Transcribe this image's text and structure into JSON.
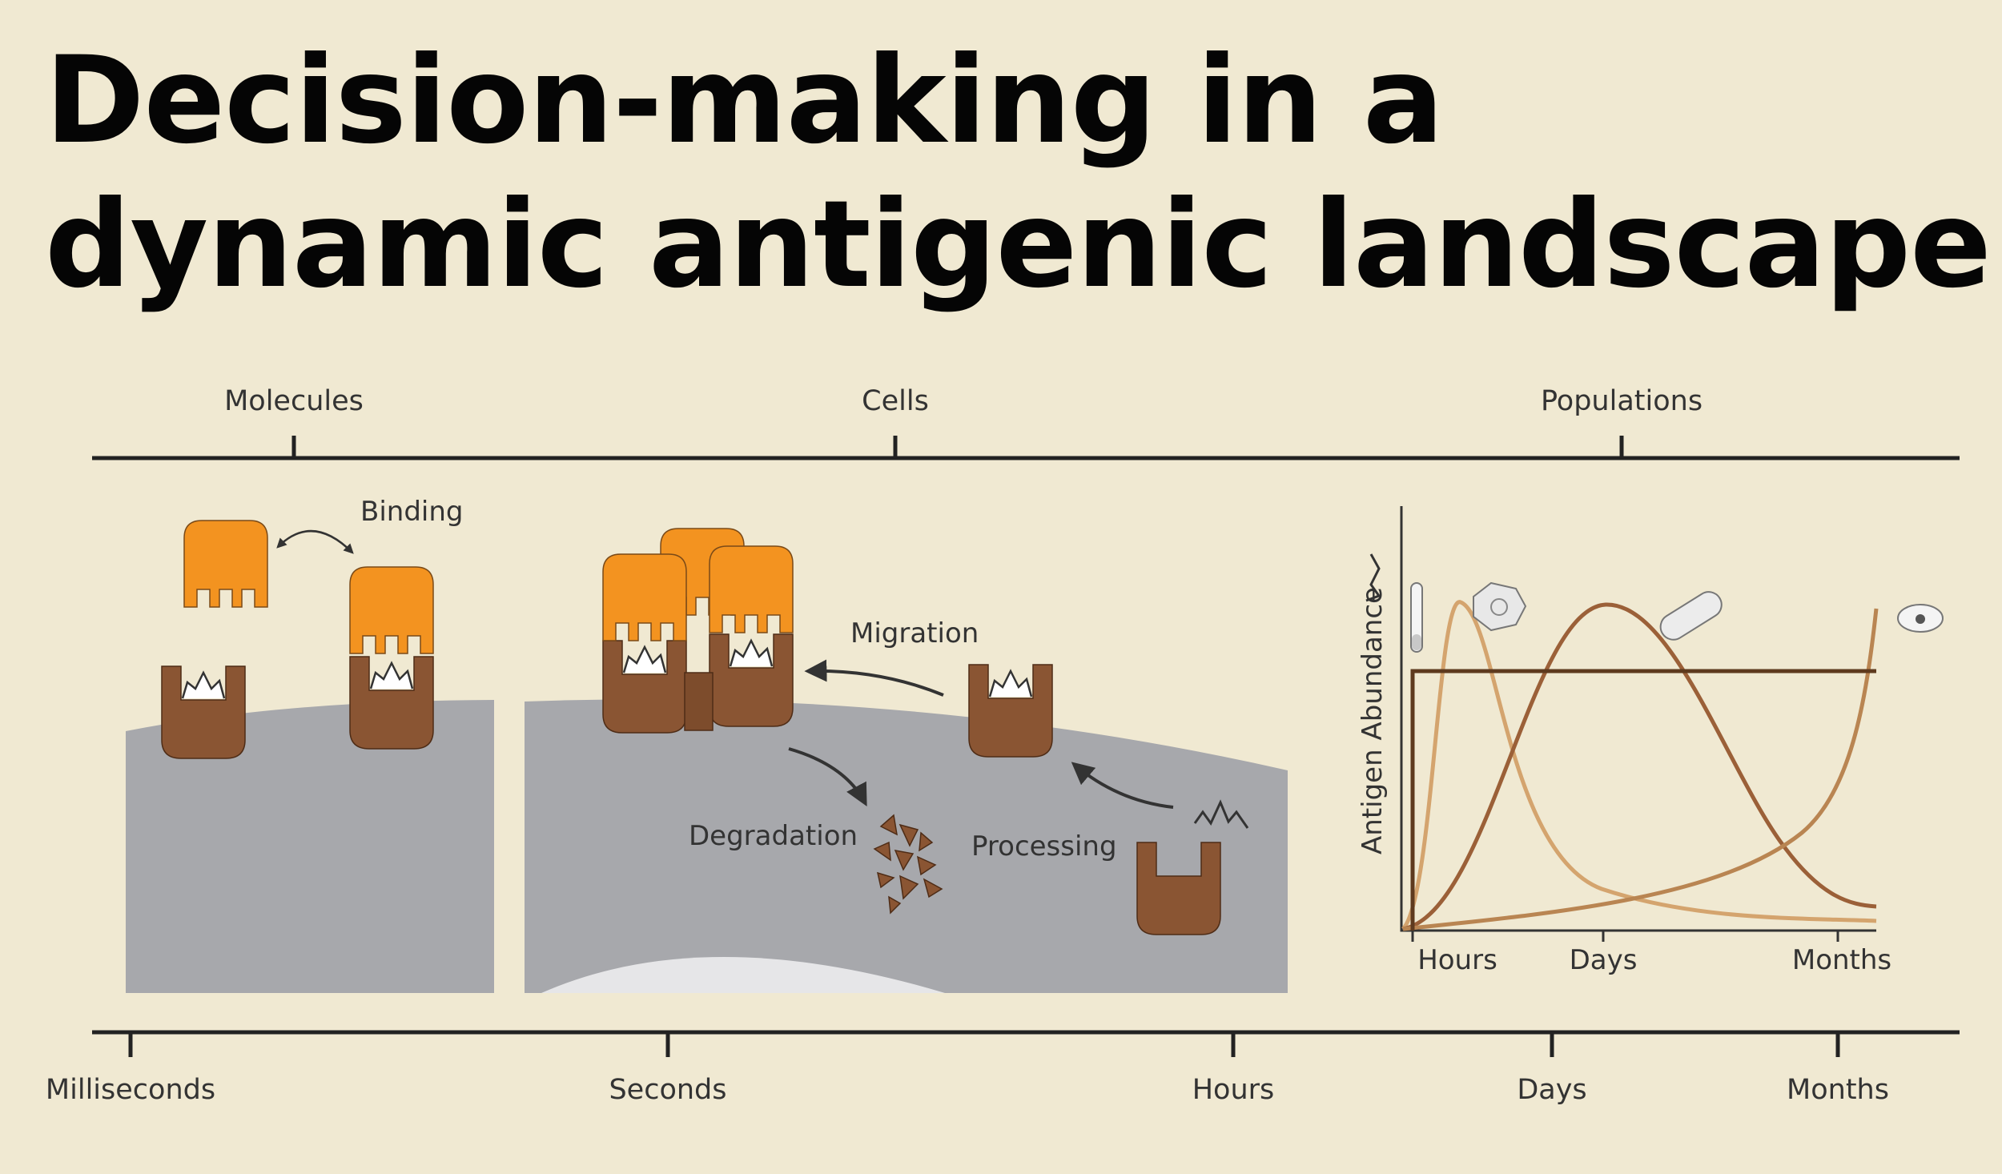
{
  "title": {
    "line1": "Decision-making in a",
    "line2": "dynamic antigenic landscape"
  },
  "scale_top": {
    "labels": [
      "Molecules",
      "Cells",
      "Populations"
    ]
  },
  "scale_bottom": {
    "labels": [
      "Milliseconds",
      "Seconds",
      "Hours",
      "Days",
      "Months"
    ]
  },
  "annotations": {
    "binding": "Binding",
    "migration": "Migration",
    "degradation": "Degradation",
    "processing": "Processing"
  },
  "inset_chart": {
    "ylabel": "Antigen Abundance",
    "x_ticks": [
      "Hours",
      "Days",
      "Months"
    ]
  },
  "colors": {
    "background": "#f0e9d2",
    "receptor_orange": "#f39320",
    "receptor_brown": "#8a5533",
    "cell_gray": "#a7a8ac",
    "curve_light": "#d4a46e",
    "curve_medium": "#9b6038",
    "curve_dark": "#5e3a1e",
    "curve_tan": "#b98552"
  }
}
